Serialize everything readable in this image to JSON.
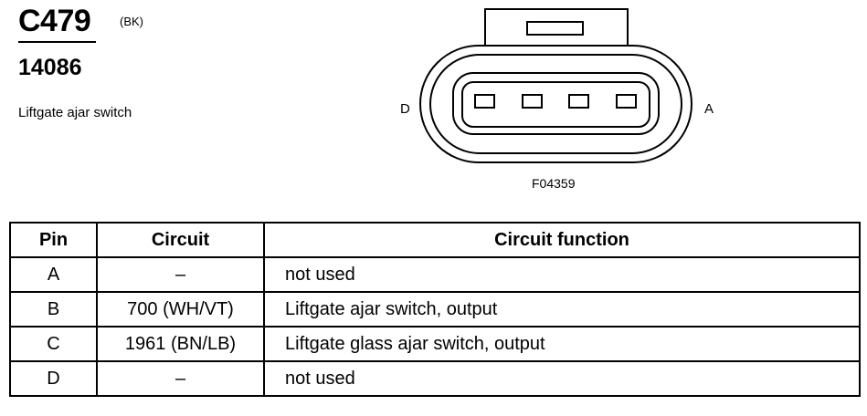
{
  "header": {
    "connector_id": "C479",
    "color_code": "(BK)",
    "part_number": "14086",
    "description": "Liftgate ajar switch"
  },
  "diagram": {
    "left_label": "D",
    "right_label": "A",
    "figure_id": "F04359"
  },
  "table": {
    "columns": [
      "Pin",
      "Circuit",
      "Circuit function"
    ],
    "rows": [
      {
        "pin": "A",
        "circuit": "–",
        "function": "not used"
      },
      {
        "pin": "B",
        "circuit": "700 (WH/VT)",
        "function": "Liftgate ajar switch, output"
      },
      {
        "pin": "C",
        "circuit": "1961 (BN/LB)",
        "function": "Liftgate glass ajar switch, output"
      },
      {
        "pin": "D",
        "circuit": "–",
        "function": "not used"
      }
    ]
  }
}
